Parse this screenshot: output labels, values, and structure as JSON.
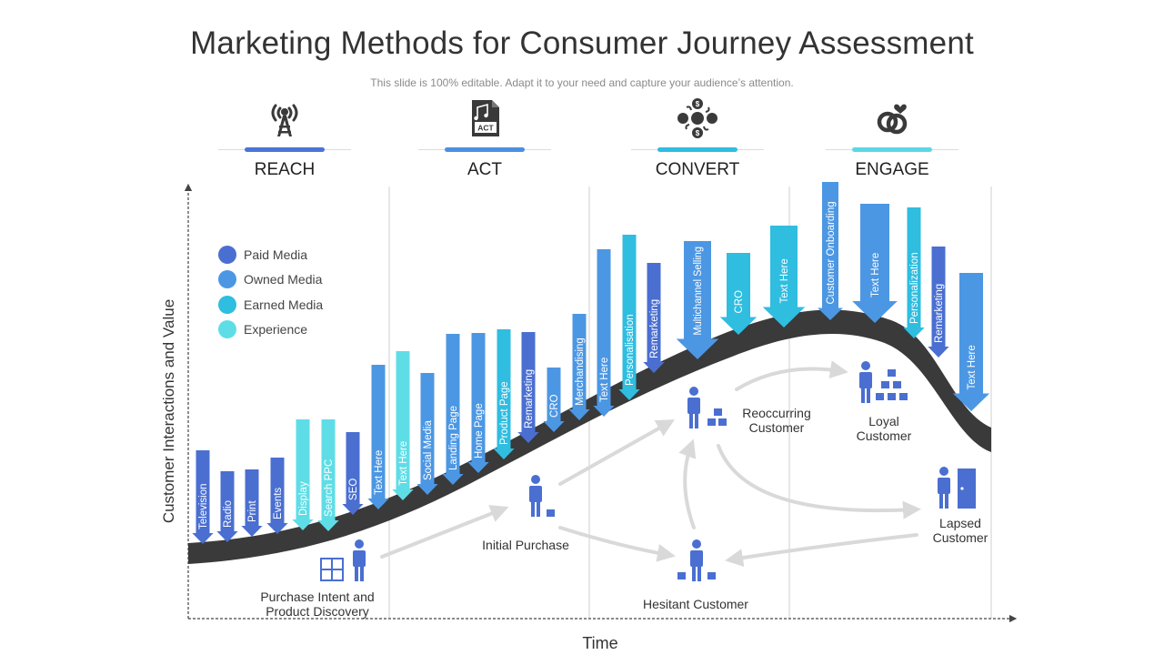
{
  "header": {
    "title": "Marketing Methods for Consumer Journey Assessment",
    "subtitle": "This slide is 100% editable. Adapt it to your need and capture your audience’s attention."
  },
  "stages": [
    {
      "label": "REACH",
      "icon": "radio-tower-icon",
      "bar_color": "#4a74d6"
    },
    {
      "label": "ACT",
      "icon": "music-file-act-icon",
      "bar_color": "#4a90e2"
    },
    {
      "label": "CONVERT",
      "icon": "money-exchange-icon",
      "bar_color": "#2fbde0"
    },
    {
      "label": "ENGAGE",
      "icon": "heart-rings-icon",
      "bar_color": "#5ad8e6"
    }
  ],
  "legend": [
    {
      "label": "Paid Media",
      "color": "#4a6fd1"
    },
    {
      "label": "Owned Media",
      "color": "#4c97e3"
    },
    {
      "label": "Earned Media",
      "color": "#2fbde0"
    },
    {
      "label": "Experience",
      "color": "#5fdde6"
    }
  ],
  "axes": {
    "y_label": "Customer Interactions and Value",
    "x_label": "Time"
  },
  "tactics": [
    {
      "label": "Television",
      "kind": "Paid Media"
    },
    {
      "label": "Radio",
      "kind": "Paid Media"
    },
    {
      "label": "Print",
      "kind": "Paid Media"
    },
    {
      "label": "Events",
      "kind": "Paid Media"
    },
    {
      "label": "Display",
      "kind": "Experience"
    },
    {
      "label": "Search PPC",
      "kind": "Experience"
    },
    {
      "label": "SEO",
      "kind": "Paid Media"
    },
    {
      "label": "Text Here",
      "kind": "Owned Media"
    },
    {
      "label": "Text Here",
      "kind": "Experience"
    },
    {
      "label": "Social Media",
      "kind": "Owned Media"
    },
    {
      "label": "Landing Page",
      "kind": "Owned Media"
    },
    {
      "label": "Home Page",
      "kind": "Owned Media"
    },
    {
      "label": "Product Page",
      "kind": "Earned Media"
    },
    {
      "label": "Remarketing",
      "kind": "Paid Media"
    },
    {
      "label": "CRO",
      "kind": "Owned Media"
    },
    {
      "label": "Merchandising",
      "kind": "Owned Media"
    },
    {
      "label": "Text Here",
      "kind": "Owned Media"
    },
    {
      "label": "Personalisation",
      "kind": "Earned Media"
    },
    {
      "label": "Remarketing",
      "kind": "Paid Media"
    },
    {
      "label": "Multichannel Selling",
      "kind": "Owned Media"
    },
    {
      "label": "CRO",
      "kind": "Earned Media"
    },
    {
      "label": "Text Here",
      "kind": "Earned Media"
    },
    {
      "label": "Customer Onboarding",
      "kind": "Owned Media"
    },
    {
      "label": "Text Here",
      "kind": "Owned Media"
    },
    {
      "label": "Personalization",
      "kind": "Earned Media"
    },
    {
      "label": "Remarketing",
      "kind": "Paid Media"
    },
    {
      "label": "Text Here",
      "kind": "Owned Media"
    }
  ],
  "nodes": [
    {
      "id": "discovery",
      "label": "Purchase Intent and\nProduct Discovery"
    },
    {
      "id": "initial",
      "label": "Initial Purchase"
    },
    {
      "id": "hesitant",
      "label": "Hesitant Customer"
    },
    {
      "id": "reoccurring",
      "label": "Reoccurring\nCustomer"
    },
    {
      "id": "loyal",
      "label": "Loyal\nCustomer"
    },
    {
      "id": "lapsed",
      "label": "Lapsed\nCustomer"
    }
  ],
  "colors": {
    "curve": "#3a3a3a",
    "person": "#4a6fd1",
    "flow_arrow": "#d9d9d9",
    "grid": "#cfcfcf"
  }
}
